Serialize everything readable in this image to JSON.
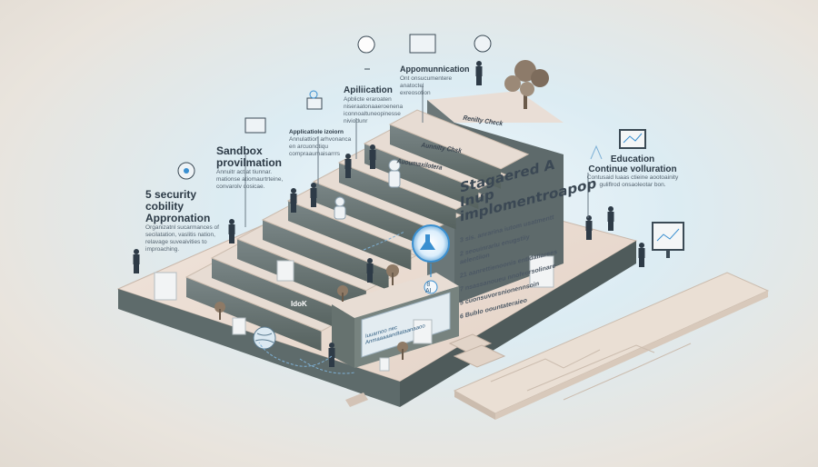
{
  "labels": {
    "s1": {
      "title": "5 security\ncobility\nAppronation",
      "sub": "Organizatnl sucarmances of\nsecilatation, vaslitis nation,\nrelavage suveaivities to\nimproaching."
    },
    "s2": {
      "title": "Sandbox\nprovilmation",
      "sub": "Annuitr actiat tiunnar.\nmationse atiomaurtrteine,\nconvarolv cosicae."
    },
    "s3": {
      "title": "Applicatiole izoiorn",
      "sub": "Annulattion arhvonanca\nen arcuonotiqu\ncompraaumaisarrrs"
    },
    "s4": {
      "title": "Apiliication",
      "sub": "Apblicte eraroaten\nniseraatonaaeroenena\niconnoaltuneopinesse\nniviodunr"
    },
    "s5": {
      "title": "Appomunnication",
      "sub": "Ont onsucumentere\nanatoctel\nexreosotion"
    },
    "s6": {
      "title": "Education\nContinue volluration",
      "sub": "Contusaid luaas ctieine aootoainity\nguliflrod onsaoleotar bon."
    }
  },
  "sign": {
    "title": "Stagaered A Inup\nimplomentroapop",
    "items": [
      "3  sis.  anrarina iutom usatmentt",
      "2  seouinrariu enugstiiy aelentiion",
      "21  aanrettienoonis entidatiarees",
      "7  nsassanoueu nnofeorsolinare",
      "5  cuonsuvorsnionennsoin",
      "6  Bublo oountateraieo"
    ]
  },
  "steps": [
    "Renilty Check",
    "Aunnilty Chsk",
    "Auoumaxilotera"
  ],
  "platform": {
    "badge_a": "IdoK",
    "panel": "Iuuarnoo nec\nAnmaaaaandtataanaaoo",
    "ai_label": "8\nAI"
  },
  "colors": {
    "platform_top": "#ecdcd0",
    "platform_side": "#5d6a6c",
    "step_side": "#6b7778",
    "step_top": "#e7dcd3",
    "accent_blue": "#3a8fd0"
  }
}
